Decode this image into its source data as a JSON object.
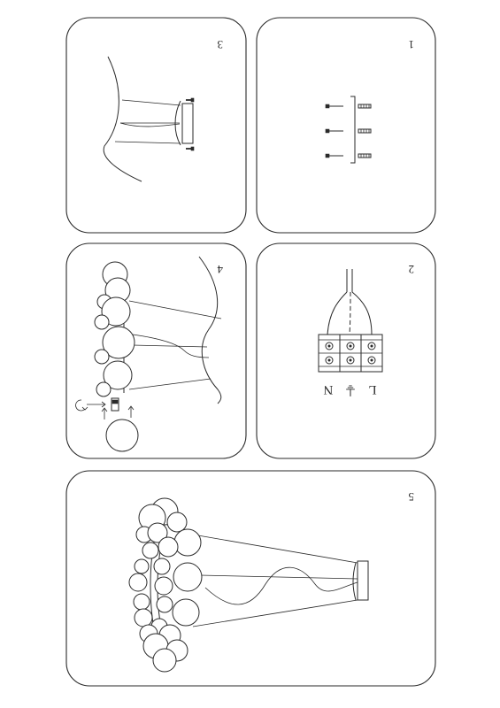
{
  "panels": [
    {
      "number": "1"
    },
    {
      "number": "2",
      "terminals": {
        "live": "L",
        "earth": "⏚",
        "neutral": "N"
      }
    },
    {
      "number": "3"
    },
    {
      "number": "4"
    },
    {
      "number": "5"
    }
  ]
}
